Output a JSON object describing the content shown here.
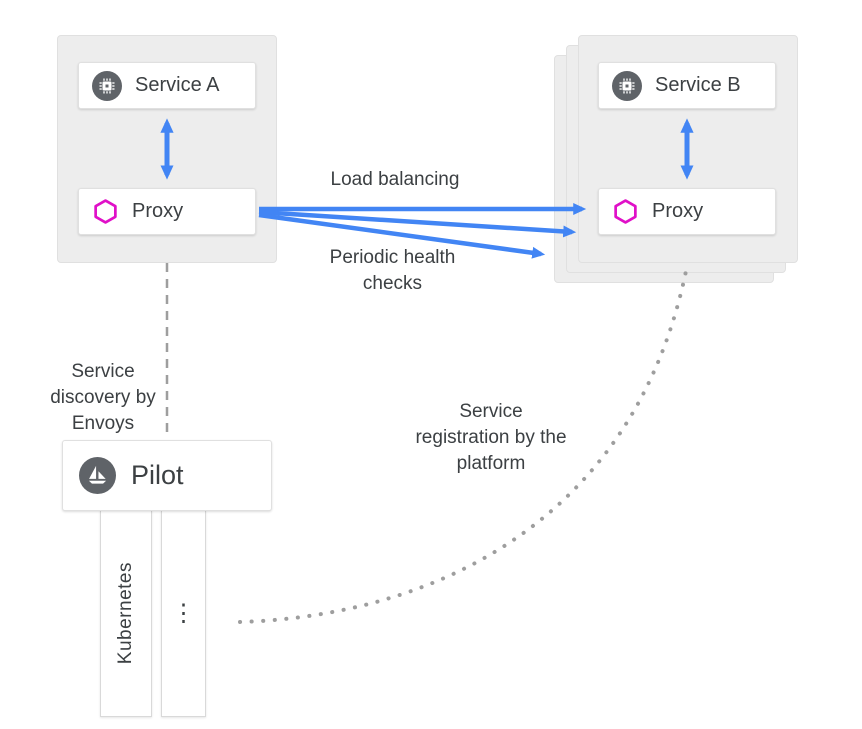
{
  "left_group": {
    "service_card": {
      "label": "Service A",
      "icon": "chip-icon"
    },
    "proxy_card": {
      "label": "Proxy",
      "icon": "proxy-hexagon-icon"
    }
  },
  "right_group": {
    "service_card": {
      "label": "Service B",
      "icon": "chip-icon"
    },
    "proxy_card": {
      "label": "Proxy",
      "icon": "proxy-hexagon-icon"
    },
    "stacked_instances": 3
  },
  "pilot": {
    "label": "Pilot",
    "icon": "istio-sailboat-icon"
  },
  "platforms": {
    "kubernetes": {
      "label": "Kubernetes"
    },
    "more": {
      "label": "⋮"
    }
  },
  "annotations": {
    "load_balancing": "Load balancing",
    "periodic_health_checks": "Periodic health checks",
    "service_discovery": "Service discovery by Envoys",
    "service_registration": "Service registration by the platform"
  },
  "colors": {
    "arrow_blue": "#4285F4",
    "proxy_magenta": "#E010C8",
    "icon_circle_gray": "#5F6368",
    "connector_gray": "#9E9E9E",
    "group_box_gray": "#EDEDED",
    "text": "#3C4043"
  }
}
